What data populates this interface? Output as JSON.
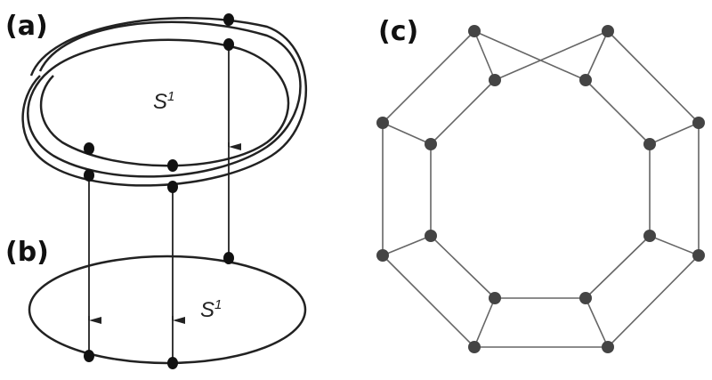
{
  "labels": {
    "a": "(a)",
    "b": "(b)",
    "c": "(c)"
  },
  "circle_label_top": {
    "base": "S",
    "sup": "1"
  },
  "circle_label_bottom": {
    "base": "S",
    "sup": "1"
  },
  "colors": {
    "stroke": "#222222",
    "node": "#444444",
    "edge": "#666666"
  }
}
